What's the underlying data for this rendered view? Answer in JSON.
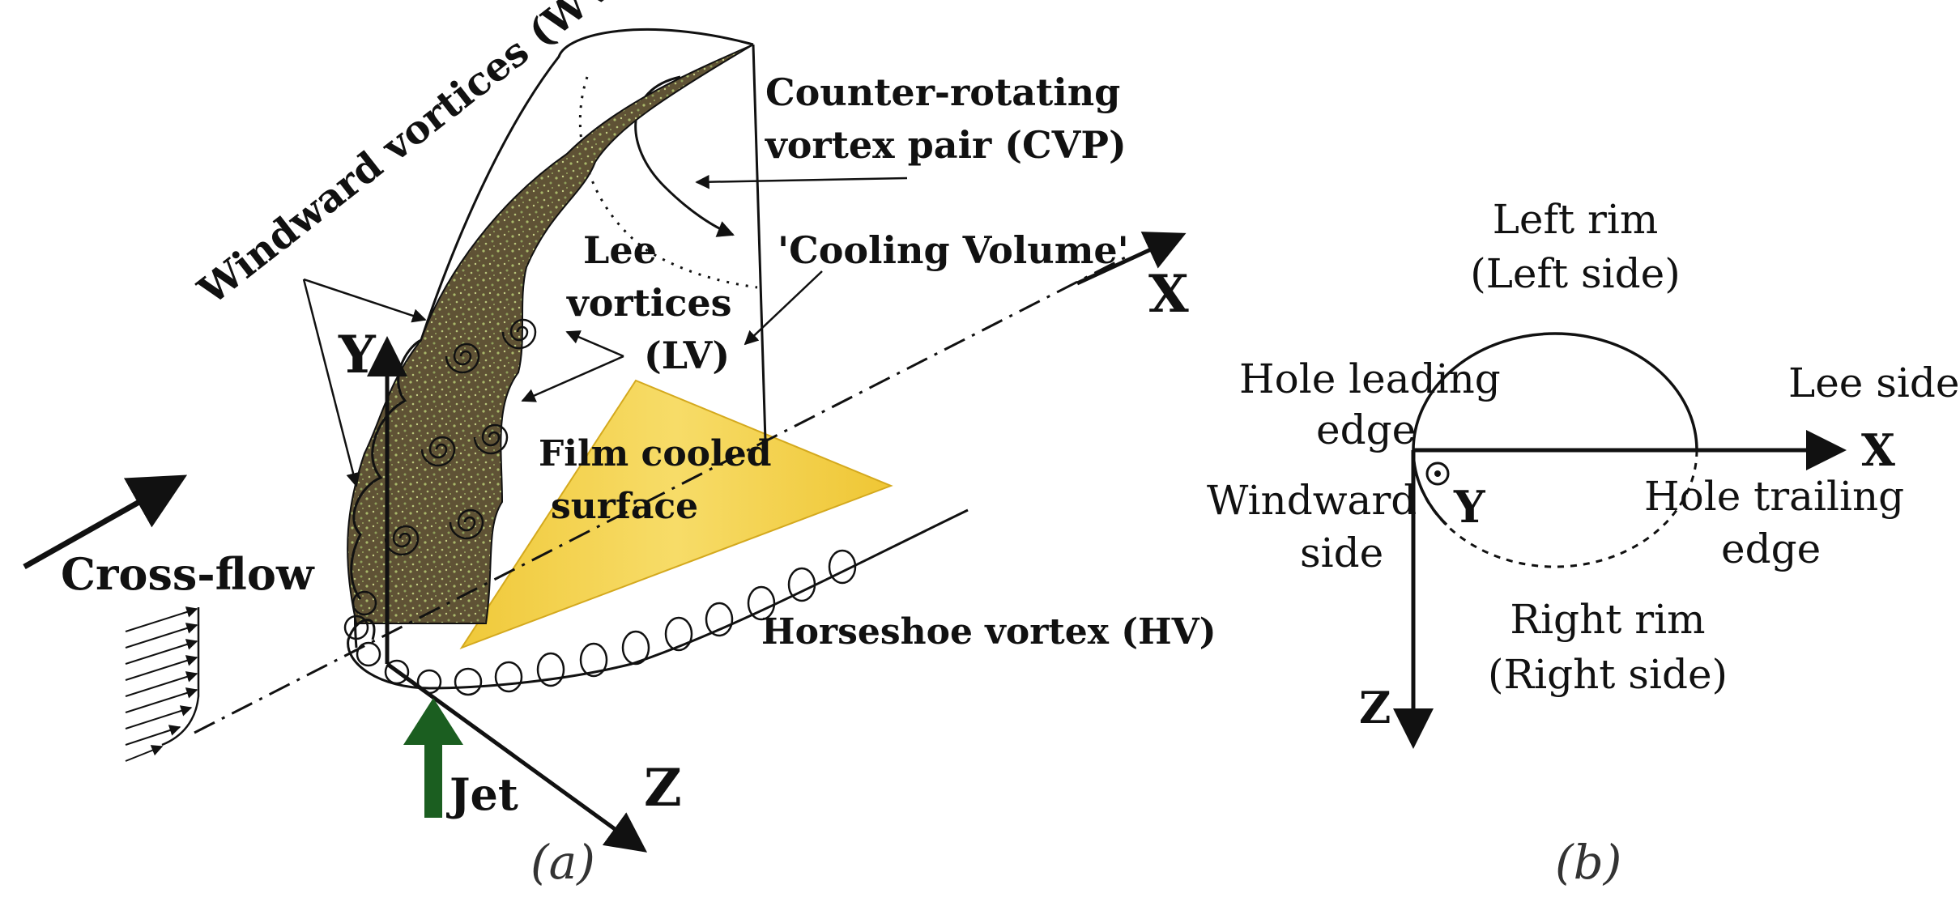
{
  "panel_a": {
    "caption": "(a)",
    "labels": {
      "windward_vortices": "Windward vortices (WV)",
      "cvp_line1": "Counter-rotating",
      "cvp_line2": "vortex pair (CVP)",
      "cooling_volume": "'Cooling Volume'",
      "lee_line1": "Lee",
      "lee_line2": "vortices",
      "lee_line3": "(LV)",
      "film_line1": "Film cooled",
      "film_line2": "surface",
      "crossflow": "Cross-flow",
      "horseshoe": "Horseshoe vortex (HV)",
      "jet": "Jet",
      "axis_x": "X",
      "axis_y": "Y",
      "axis_z": "Z"
    }
  },
  "panel_b": {
    "caption": "(b)",
    "labels": {
      "left_rim_line1": "Left rim",
      "left_rim_line2": "(Left side)",
      "right_rim_line1": "Right rim",
      "right_rim_line2": "(Right side)",
      "leading_line1": "Hole leading",
      "leading_line2": "edge",
      "trailing_line1": "Hole trailing",
      "trailing_line2": "edge",
      "windward_line1": "Windward",
      "windward_line2": "side",
      "lee_side": "Lee side",
      "axis_x": "X",
      "axis_y": "Y",
      "axis_z": "Z"
    }
  },
  "colors": {
    "film_surface": "#f2cf3a",
    "vortex_body": "#5f5235",
    "jet_arrow": "#1b5e20",
    "ink": "#111111"
  }
}
